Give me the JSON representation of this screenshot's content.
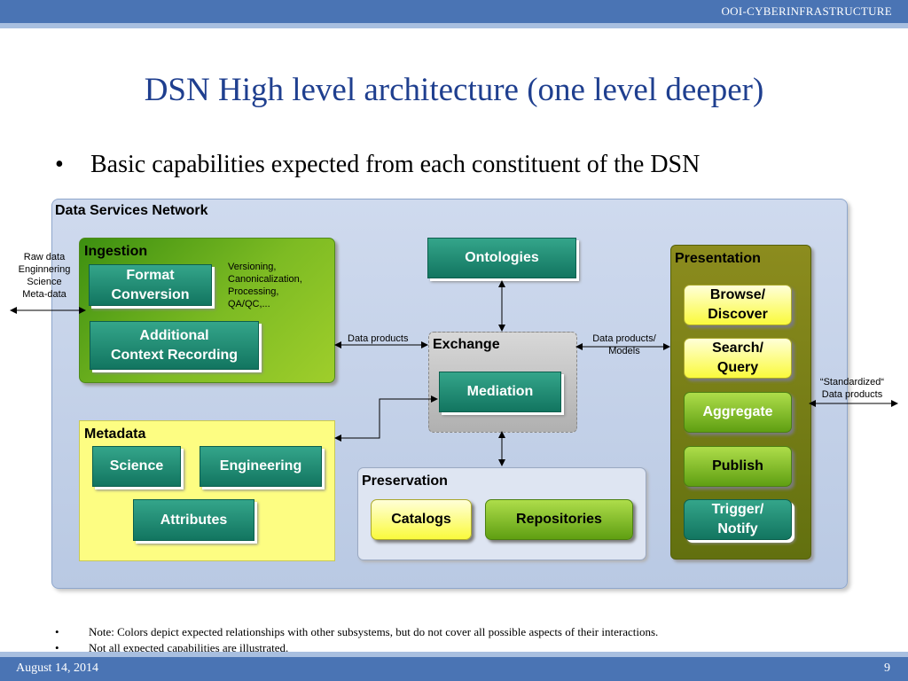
{
  "header": {
    "brand": "OOI-CYBERINFRASTRUCTURE"
  },
  "slide": {
    "title": "DSN High level architecture (one level deeper)",
    "bullet_dot": "•",
    "bullet": "Basic capabilities expected from each constituent of the DSN"
  },
  "diagram": {
    "dsn_label": "Data Services Network",
    "raw_data": [
      "Raw data",
      "Enginnering",
      "Science",
      "Meta-data"
    ],
    "ingestion": {
      "label": "Ingestion",
      "format_conversion": [
        "Format",
        "Conversion"
      ],
      "additional_context": [
        "Additional",
        "Context Recording"
      ],
      "notes": [
        "Versioning,",
        "Canonicalization,",
        "Processing,",
        "QA/QC,..."
      ]
    },
    "ontologies": "Ontologies",
    "data_products_left": "Data products",
    "data_products_right": [
      "Data products/",
      "Models"
    ],
    "exchange": {
      "label": "Exchange",
      "mediation": "Mediation"
    },
    "metadata": {
      "label": "Metadata",
      "science": "Science",
      "engineering": "Engineering",
      "attributes": "Attributes"
    },
    "preservation": {
      "label": "Preservation",
      "catalogs": "Catalogs",
      "repositories": "Repositories"
    },
    "presentation": {
      "label": "Presentation",
      "browse": [
        "Browse/",
        "Discover"
      ],
      "search": [
        "Search/",
        "Query"
      ],
      "aggregate": "Aggregate",
      "publish": "Publish",
      "trigger": [
        "Trigger/",
        "Notify"
      ]
    },
    "standardized": [
      "“Standardized“",
      "Data products"
    ]
  },
  "notes": {
    "bullet": "•",
    "line1": "Note: Colors depict expected relationships with other subsystems, but do not cover all possible aspects of their interactions.",
    "line2": "Not all expected capabilities are illustrated."
  },
  "footer": {
    "date": "August 14, 2014",
    "page": "9"
  },
  "colors": {
    "header_blue": "#4a74b4",
    "title_blue": "#1f3f8f",
    "teal": "#1b8a70",
    "green": "#7dbb23",
    "yellow": "#fdfd82"
  }
}
